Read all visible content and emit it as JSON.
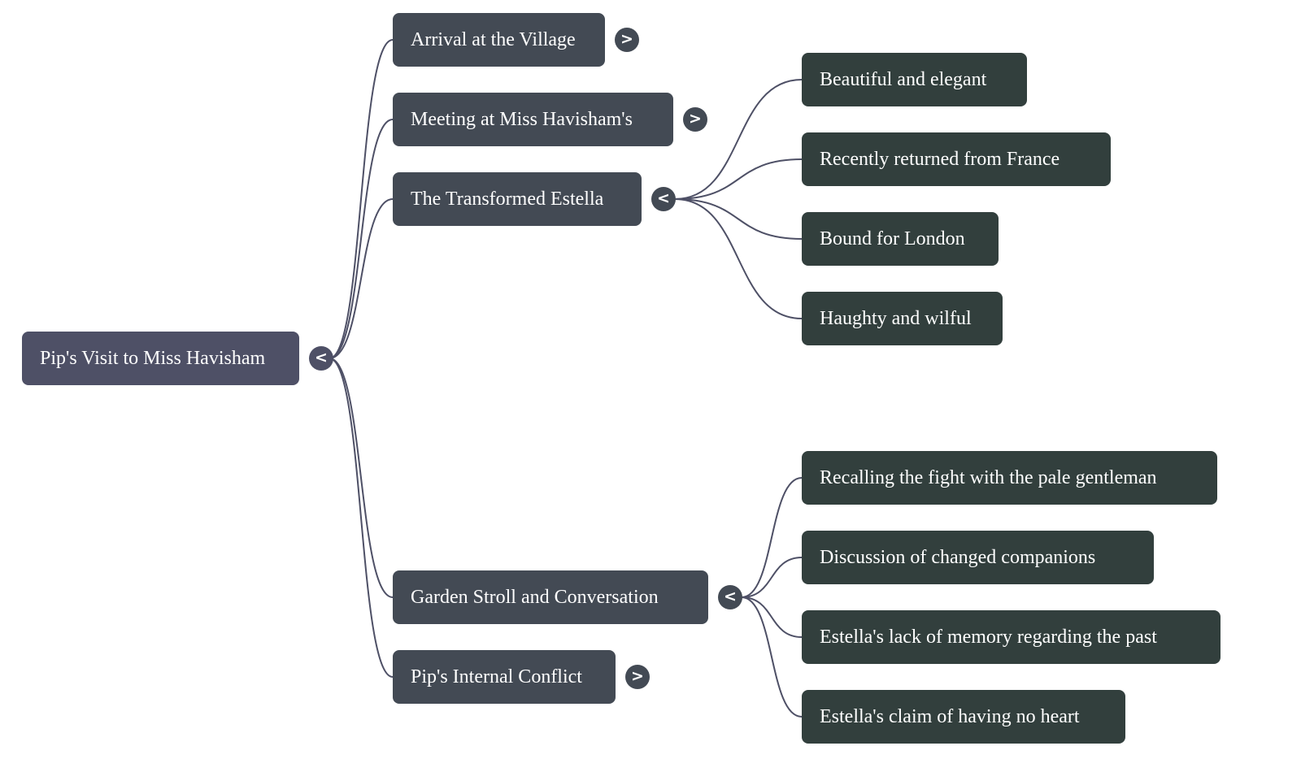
{
  "colors": {
    "root_node": "#4e5066",
    "branch_node": "#434a54",
    "leaf_node": "#323f3d",
    "link": "#4e5066",
    "text": "#ffffff"
  },
  "mindmap": {
    "root": {
      "label": "Pip's Visit to Miss Havisham",
      "toggle": "<",
      "state": "expanded"
    },
    "branches": [
      {
        "label": "Arrival at the Village",
        "toggle": ">",
        "state": "collapsed",
        "children": []
      },
      {
        "label": "Meeting at Miss Havisham's",
        "toggle": ">",
        "state": "collapsed",
        "children": []
      },
      {
        "label": "The Transformed Estella",
        "toggle": "<",
        "state": "expanded",
        "children": [
          {
            "label": "Beautiful and elegant"
          },
          {
            "label": "Recently returned from France"
          },
          {
            "label": "Bound for London"
          },
          {
            "label": "Haughty and wilful"
          }
        ]
      },
      {
        "label": "Garden Stroll and Conversation",
        "toggle": "<",
        "state": "expanded",
        "children": [
          {
            "label": "Recalling the fight with the pale gentleman"
          },
          {
            "label": "Discussion of changed companions"
          },
          {
            "label": "Estella's lack of memory regarding the past"
          },
          {
            "label": "Estella's claim of having no heart"
          }
        ]
      },
      {
        "label": "Pip's Internal Conflict",
        "toggle": ">",
        "state": "collapsed",
        "children": []
      }
    ]
  }
}
